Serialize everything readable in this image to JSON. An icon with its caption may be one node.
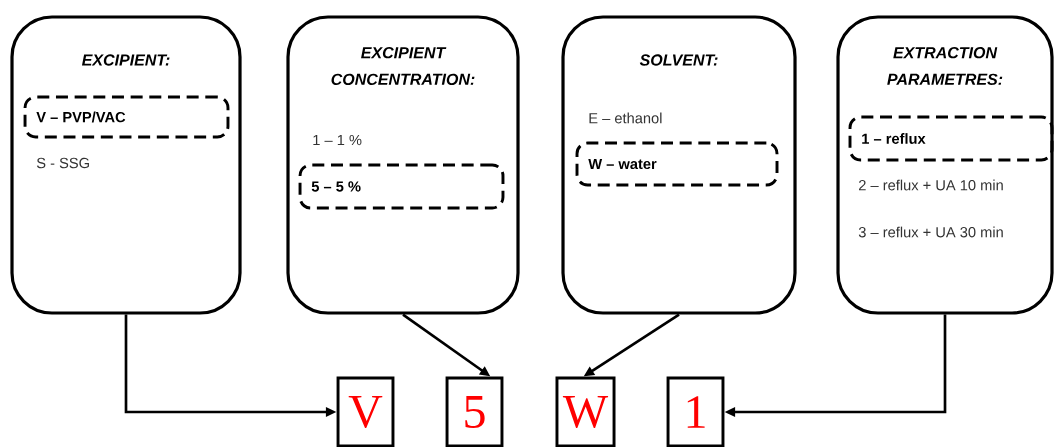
{
  "diagram": {
    "nodes": [
      {
        "text": [
          "EXCIPIENT:",
          "S - SSG"
        ]
      },
      {
        "text": [
          "V – PVP/VAC"
        ],
        "in": 0
      },
      {
        "text": [
          "EXCIPIENT CONCENTRATION:",
          "1 – 1 %"
        ]
      },
      {
        "text": [
          "5 – 5 %"
        ],
        "in": 2
      },
      {
        "text": [
          "SOLVENT:",
          "E – ethanol"
        ]
      },
      {
        "text": [
          "W – water"
        ],
        "in": 4
      },
      {
        "text": [
          "EXTRACTION PARAMETRES:",
          "2 – reflux + UA 10 min",
          "3 – reflux + UA 30 min"
        ]
      },
      {
        "text": [
          "1 – reflux"
        ],
        "in": 6
      },
      {
        "text": [
          "V"
        ]
      },
      {
        "text": [
          "5"
        ]
      },
      {
        "text": [
          "W"
        ]
      },
      {
        "text": [
          "1"
        ]
      }
    ],
    "edges": [
      {
        "from": 0,
        "to": 8,
        "arrow": "to"
      },
      {
        "from": 2,
        "to": 9,
        "arrow": "to"
      },
      {
        "from": 4,
        "to": 10,
        "arrow": "to"
      },
      {
        "from": 6,
        "to": 11,
        "arrow": "to"
      }
    ]
  }
}
